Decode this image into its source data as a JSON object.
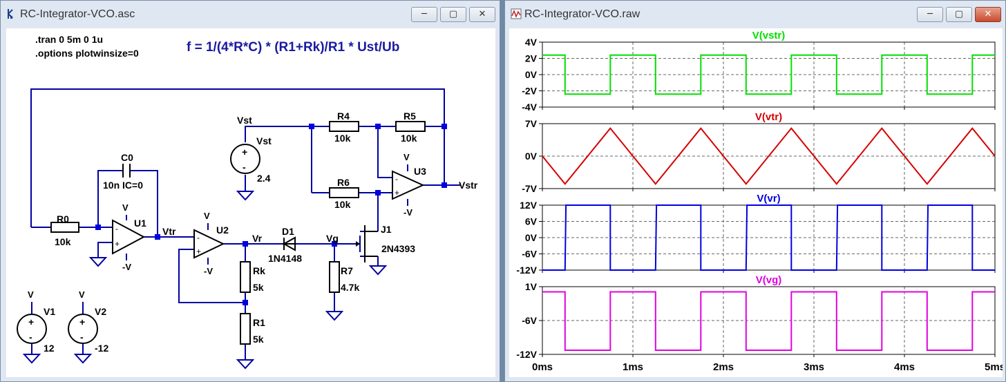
{
  "schematic_window": {
    "title": "RC-Integrator-VCO.asc",
    "buttons": {
      "minimize": "─",
      "maximize": "▢",
      "close": "✕"
    },
    "directives": [
      ".tran 0 5m 0 1u",
      ".options plotwinsize=0"
    ],
    "formula": "f = 1/(4*R*C) * (R1+Rk)/R1 * Ust/Ub",
    "labels": {
      "c0_name": "C0",
      "c0_value": "10n IC=0",
      "r0_name": "R0",
      "r0_value": "10k",
      "u1": "U1",
      "u2": "U2",
      "u3": "U3",
      "net_vtr": "Vtr",
      "net_vr": "Vr",
      "net_vg": "Vg",
      "net_vst": "Vst",
      "net_vstr": "Vstr",
      "vst_source": "Vst",
      "vst_value": "2.4",
      "r4_name": "R4",
      "r4_value": "10k",
      "r5_name": "R5",
      "r5_value": "10k",
      "r6_name": "R6",
      "r6_value": "10k",
      "d1_name": "D1",
      "d1_value": "1N4148",
      "j1_name": "J1",
      "j1_value": "2N4393",
      "rk_name": "Rk",
      "rk_value": "5k",
      "r1_name": "R1",
      "r1_value": "5k",
      "r7_name": "R7",
      "r7_value": "4.7k",
      "v1_name": "V1",
      "v1_value": "12",
      "v2_name": "V2",
      "v2_value": "-12",
      "supply_pos": "V",
      "supply_neg": "-V",
      "op_minus": "-",
      "op_plus": "+"
    }
  },
  "waveform_window": {
    "title": "RC-Integrator-VCO.raw",
    "buttons": {
      "minimize": "─",
      "maximize": "▢",
      "close": "✕"
    },
    "x_ticks": [
      "0ms",
      "1ms",
      "2ms",
      "3ms",
      "4ms",
      "5ms"
    ]
  },
  "colors": {
    "wire": "#0000a0",
    "vstr": "#00e000",
    "vtr": "#d40000",
    "vr": "#0000e0",
    "vg": "#e000e0",
    "formula": "#1a1aa0"
  },
  "chart_data": [
    {
      "type": "line",
      "title": "V(vstr)",
      "xlim": [
        0,
        5
      ],
      "ylim": [
        -4,
        4
      ],
      "yticks": [
        "4V",
        "2V",
        "0V",
        "-2V",
        "-4V"
      ],
      "grid": true,
      "x": [
        0,
        0.25,
        0.25,
        0.75,
        0.75,
        1.25,
        1.25,
        1.75,
        1.75,
        2.25,
        2.25,
        2.75,
        2.75,
        3.25,
        3.25,
        3.75,
        3.75,
        4.25,
        4.25,
        4.75,
        4.75,
        5.0
      ],
      "y": [
        2.4,
        2.4,
        -2.4,
        -2.4,
        2.4,
        2.4,
        -2.4,
        -2.4,
        2.4,
        2.4,
        -2.4,
        -2.4,
        2.4,
        2.4,
        -2.4,
        -2.4,
        2.4,
        2.4,
        -2.4,
        -2.4,
        2.4,
        2.4
      ]
    },
    {
      "type": "line",
      "title": "V(vtr)",
      "xlim": [
        0,
        5
      ],
      "ylim": [
        -7,
        7
      ],
      "yticks": [
        "7V",
        "0V",
        "-7V"
      ],
      "grid": true,
      "x": [
        0,
        0.25,
        0.75,
        1.25,
        1.75,
        2.25,
        2.75,
        3.25,
        3.75,
        4.25,
        4.75,
        5.0
      ],
      "y": [
        0,
        -6,
        6,
        -6,
        6,
        -6,
        6,
        -6,
        6,
        -6,
        6,
        0
      ]
    },
    {
      "type": "line",
      "title": "V(vr)",
      "xlim": [
        0,
        5
      ],
      "ylim": [
        -12,
        12
      ],
      "yticks": [
        "12V",
        "6V",
        "0V",
        "-6V",
        "-12V"
      ],
      "grid": true,
      "x": [
        0,
        0.25,
        0.26,
        0.75,
        0.75,
        1.25,
        1.26,
        1.75,
        1.75,
        2.25,
        2.26,
        2.75,
        2.75,
        3.25,
        3.26,
        3.75,
        3.75,
        4.25,
        4.26,
        4.75,
        4.75,
        5.0
      ],
      "y": [
        -12,
        -12,
        12,
        12,
        -12,
        -12,
        12,
        12,
        -12,
        -12,
        12,
        12,
        -12,
        -12,
        12,
        12,
        -12,
        -12,
        12,
        12,
        -12,
        -12
      ]
    },
    {
      "type": "line",
      "title": "V(vg)",
      "xlim": [
        0,
        5
      ],
      "ylim": [
        -12,
        1
      ],
      "yticks": [
        "1V",
        "-6V",
        "-12V"
      ],
      "grid": true,
      "x": [
        0,
        0.25,
        0.25,
        0.75,
        0.75,
        1.25,
        1.25,
        1.75,
        1.75,
        2.25,
        2.25,
        2.75,
        2.75,
        3.25,
        3.25,
        3.75,
        3.75,
        4.25,
        4.25,
        4.75,
        4.75,
        5.0
      ],
      "y": [
        0,
        0,
        -11.2,
        -11.2,
        0,
        0,
        -11.2,
        -11.2,
        0,
        0,
        -11.2,
        -11.2,
        0,
        0,
        -11.2,
        -11.2,
        0,
        0,
        -11.2,
        -11.2,
        0,
        0
      ]
    }
  ]
}
